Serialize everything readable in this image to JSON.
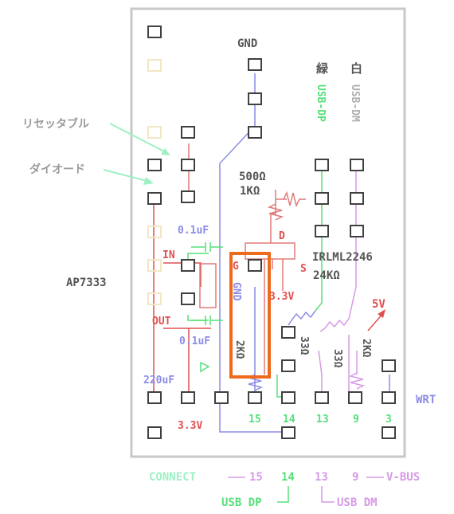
{
  "colors": {
    "board_border": "#c8c8c8",
    "pad": "#404040",
    "pad_faint": "#f2e6c4",
    "gnd_blue": "#8c8ce6",
    "red": "#e05050",
    "pink": "#e07a7a",
    "green": "#56e07a",
    "lilac": "#d79ae6",
    "gray_text": "#9a9a9a",
    "dark_text": "#555555",
    "highlight": "#ee6a1c"
  },
  "labels": {
    "gnd_top": "GND",
    "green_jp": "緑",
    "white_jp": "白",
    "usb_dp_vertical": "USB-DP",
    "usb_dm_vertical": "USB-DM",
    "resettable": "リセッタブル",
    "diode": "ダイオード",
    "r500": "500Ω",
    "r1k": "1KΩ",
    "cap_top": "0.1uF",
    "cap_bottom": "0.1uF",
    "pin_in": "IN",
    "pin_out": "OUT",
    "pin_d": "D",
    "pin_g": "G",
    "pin_s": "S",
    "gnd_vertical": "GND",
    "v33_mid": "3.3V",
    "irlml": "IRLML2246",
    "r24k": "24KΩ",
    "v5": "5V",
    "ap7333": "AP7333",
    "r33a": "33Ω",
    "r33b": "33Ω",
    "r2k_left": "2KΩ",
    "r2k_right": "2KΩ",
    "cap_220": "220uF",
    "wrt": "WRT",
    "v33_bottom": "3.3V",
    "pin15": "15",
    "pin14": "14",
    "pin13": "13",
    "pin9": "9",
    "pin3": "3",
    "connect": "CONNECT",
    "conn15": "15",
    "conn14": "14",
    "conn13": "13",
    "conn9": "9",
    "vbus": "V-BUS",
    "usb_dp": "USB DP",
    "usb_dm": "USB DM"
  }
}
